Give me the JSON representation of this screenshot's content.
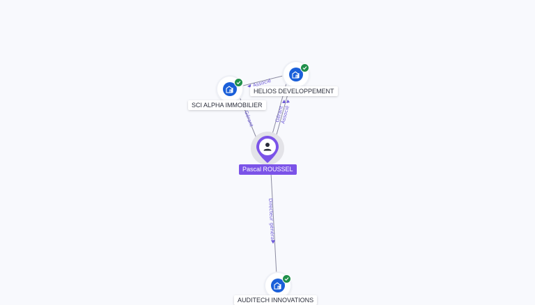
{
  "graph": {
    "person": {
      "name": "Pascal ROUSSEL",
      "icon": "person-icon",
      "color": "#7b53e8"
    },
    "companies": {
      "sci_alpha": {
        "name": "SCI ALPHA IMMOBILIER",
        "icon": "company-building-icon",
        "status": "verified"
      },
      "helios": {
        "name": "HELIOS DEVELOPPEMENT",
        "icon": "company-building-icon",
        "status": "verified"
      },
      "auditech": {
        "name": "AUDITECH INNOVATIONS",
        "icon": "company-building-icon",
        "status": "verified"
      }
    },
    "edges": {
      "person_sci": "Gérant",
      "person_helios_gerant": "Gérant",
      "person_helios_associe": "Associé",
      "sci_helios": "Associé",
      "person_auditech": "Directeur général"
    },
    "colors": {
      "company": "#1a5fd9",
      "verified": "#1f8f4a",
      "edge_label": "#6e5bd8",
      "edge": "#8a8aa0"
    }
  }
}
